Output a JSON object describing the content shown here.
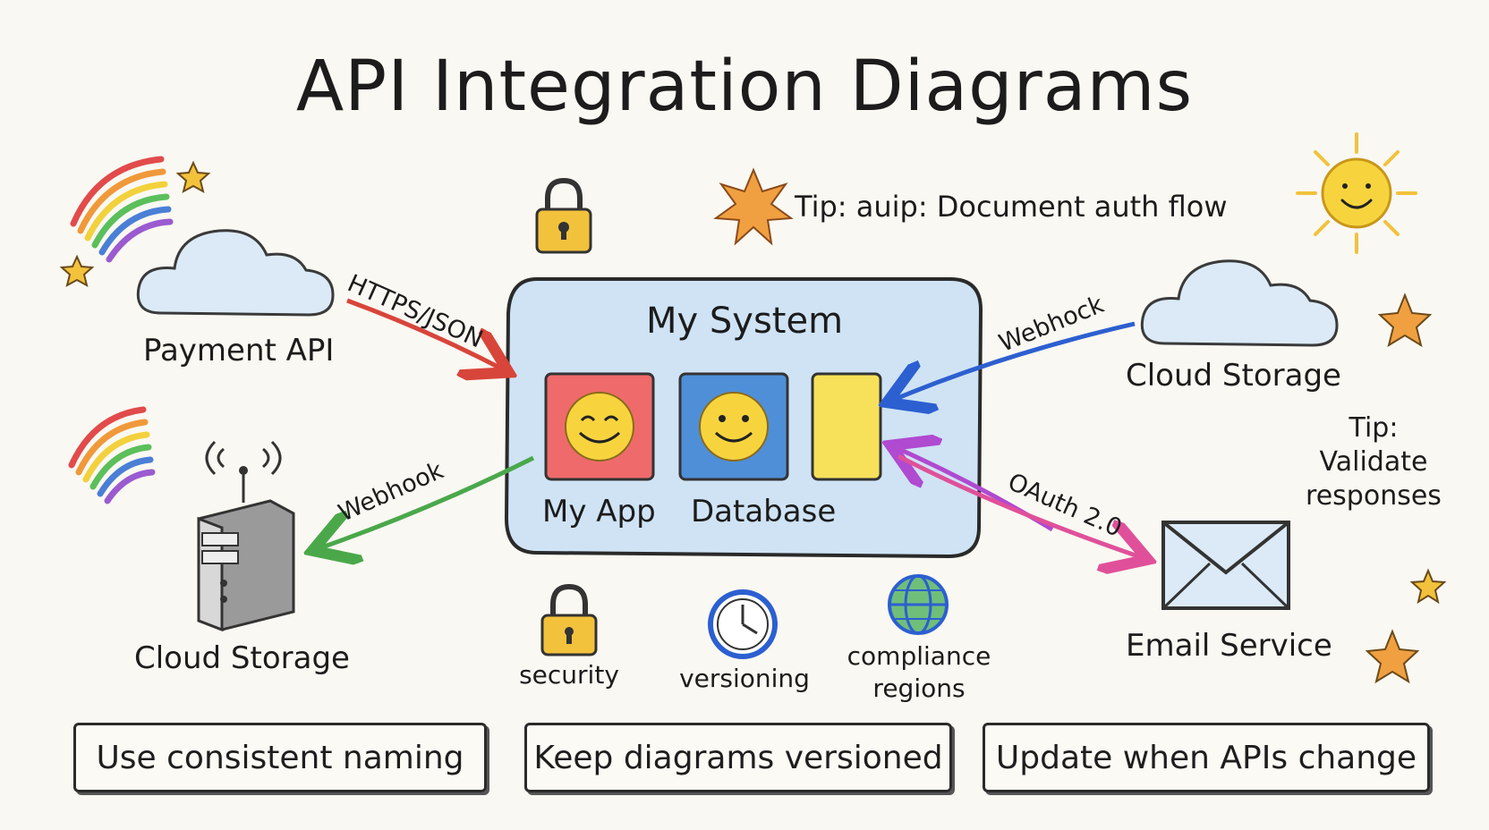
{
  "title": "API Integration Diagrams",
  "tip_top": "Tip: auip: Document auth flow",
  "tip_right": [
    "Tip:",
    "Validate",
    "responses"
  ],
  "system": {
    "title": "My System",
    "apps": [
      "My App",
      "Database"
    ]
  },
  "nodes": {
    "payment_api": "Payment API",
    "cloud_storage_left": "Cloud Storage",
    "cloud_storage_right": "Cloud Storage",
    "email_service": "Email Service"
  },
  "edges": {
    "https_json": "HTTPS/JSON",
    "webhook_left": "Webhook",
    "webhook_right": "Webhock",
    "oauth": "OAuth 2.0"
  },
  "icons": {
    "security": "security",
    "versioning": "versioning",
    "compliance": [
      "compliance",
      "regions"
    ]
  },
  "footer": [
    "Use consistent naming",
    "Keep diagrams versioned",
    "Update when APIs change"
  ],
  "colors": {
    "arrow_red": "#d8453a",
    "arrow_green": "#4aa84a",
    "arrow_blue": "#2c5fd0",
    "arrow_purple": "#b04ad0",
    "arrow_pink": "#e0509a",
    "system_fill": "#cfe3f5"
  }
}
